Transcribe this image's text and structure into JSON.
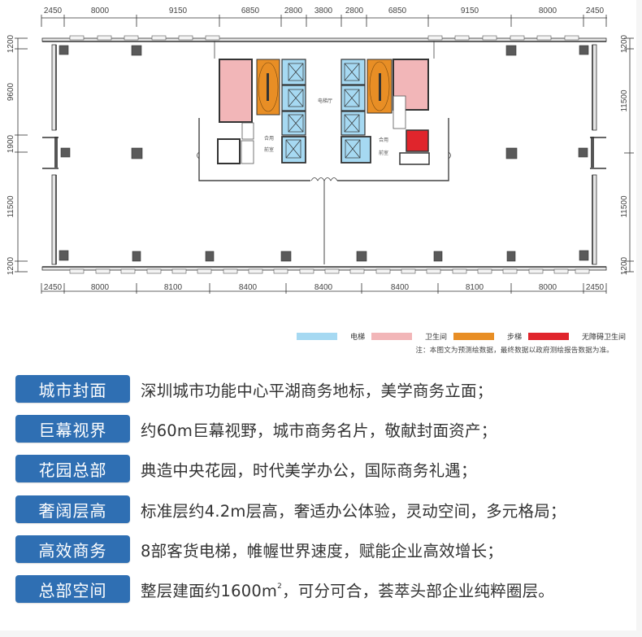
{
  "floor_plan": {
    "top_dimensions": [
      "2450",
      "8000",
      "9150",
      "6850",
      "2800",
      "3800",
      "2800",
      "6850",
      "9150",
      "8000",
      "2450"
    ],
    "bottom_dimensions": [
      "2450",
      "8000",
      "8100",
      "8400",
      "8400",
      "8400",
      "8100",
      "8000",
      "2450"
    ],
    "left_dimensions": [
      "1200",
      "9600",
      "1900",
      "11500",
      "1200"
    ],
    "right_dimensions": [
      "1200",
      "11500",
      "11500",
      "1200"
    ],
    "room_labels": {
      "elevator_hall": "电梯厅",
      "shared_left": "合用",
      "anteroom_left": "前室",
      "shared_right": "合用",
      "anteroom_right": "前室"
    },
    "colors": {
      "elevator": "#a6d9f2",
      "restroom": "#f2b6b8",
      "stairs": "#e88e25",
      "accessible_restroom": "#e0252c",
      "column": "#5a5a5a",
      "wall": "#333333"
    }
  },
  "legend": {
    "items": [
      {
        "label": "电梯",
        "color": "#a6d9f2"
      },
      {
        "label": "卫生间",
        "color": "#f2b6b8"
      },
      {
        "label": "步梯",
        "color": "#e88e25"
      },
      {
        "label": "无障碍卫生间",
        "color": "#e0252c"
      }
    ],
    "note": "注：本图文为预测绘数据，最终数据以政府测绘报告数据为准。"
  },
  "features": [
    {
      "tag": "城市封面",
      "text": "深圳城市功能中心平湖商务地标，美学商务立面；"
    },
    {
      "tag": "巨幕视界",
      "text": "约60m巨幕视野，城市商务名片，敬献封面资产；"
    },
    {
      "tag": "花园总部",
      "text": "典造中央花园，时代美学办公，国际商务礼遇；"
    },
    {
      "tag": "奢阔层高",
      "text": "标准层约4.2m层高，奢适办公体验，灵动空间，多元格局；"
    },
    {
      "tag": "高效商务",
      "text": "8部客货电梯，帷幄世界速度，赋能企业高效增长；"
    },
    {
      "tag": "总部空间",
      "text_before_sup": "整层建面约1600m",
      "sup": "2",
      "text_after_sup": "，可分可合，荟萃头部企业纯粹圈层。"
    }
  ]
}
